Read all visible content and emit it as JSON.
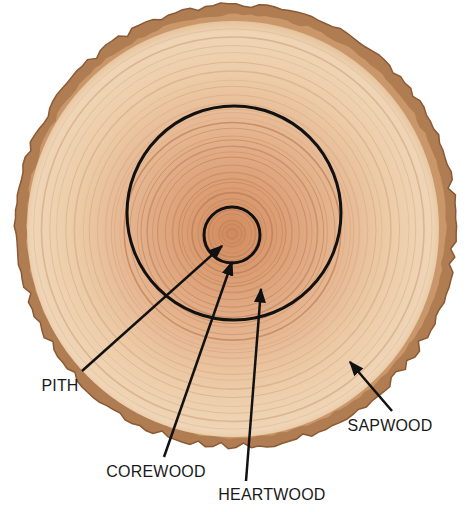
{
  "diagram": {
    "labels": [
      "PITH",
      "COREWOOD",
      "HEARTWOOD",
      "SAPWOOD"
    ]
  }
}
